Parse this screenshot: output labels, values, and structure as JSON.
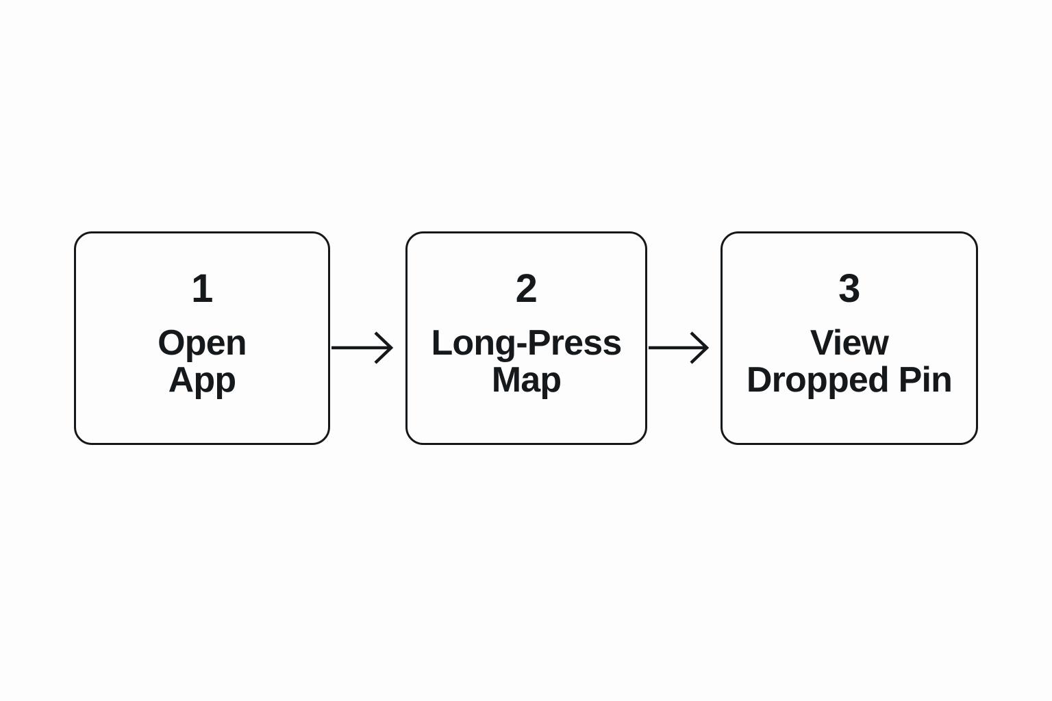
{
  "diagram": {
    "title": "Drop a Pin user flow",
    "type": "horizontal-step-flow",
    "background_color": "#fdfdfd",
    "stroke_color": "#14181a",
    "text_color": "#15191b",
    "steps": [
      {
        "number": "1",
        "label_line_1": "Open",
        "label_line_2": "App",
        "text_clipped": false
      },
      {
        "number": "2",
        "label_line_1": "Long-Press",
        "label_line_2": "Map",
        "text_clipped": true
      },
      {
        "number": "3",
        "label_line_1": "View",
        "label_line_2": "Dropped Pin",
        "text_clipped": false
      }
    ],
    "connectors": [
      {
        "from": "1",
        "to": "2",
        "style": "arrow-right"
      },
      {
        "from": "2",
        "to": "3",
        "style": "arrow-right"
      }
    ]
  }
}
